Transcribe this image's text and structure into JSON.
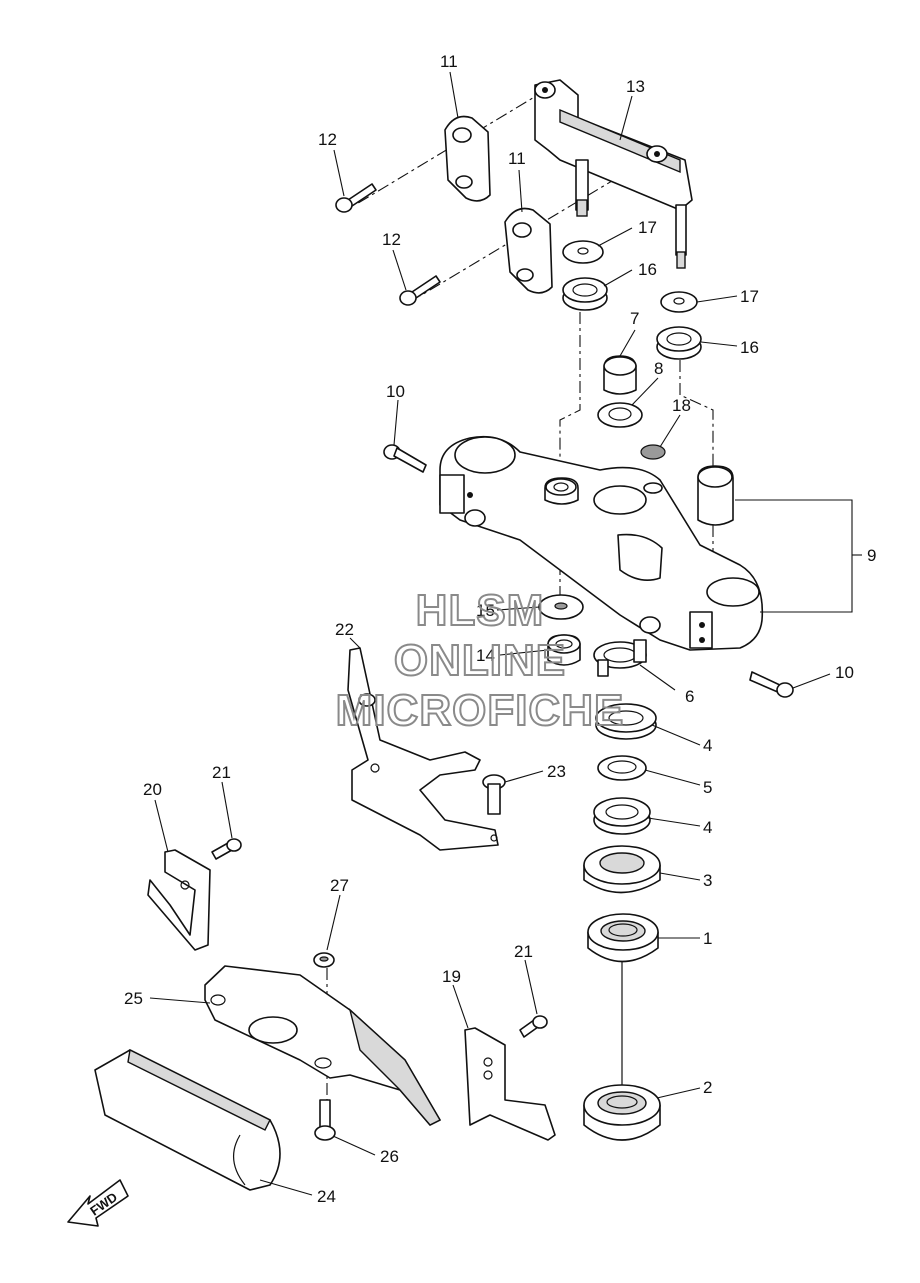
{
  "callouts": {
    "c1": "1",
    "c2": "2",
    "c3": "3",
    "c4a": "4",
    "c4b": "4",
    "c5": "5",
    "c6": "6",
    "c7": "7",
    "c8": "8",
    "c9": "9",
    "c10a": "10",
    "c10b": "10",
    "c11a": "11",
    "c11b": "11",
    "c12a": "12",
    "c12b": "12",
    "c13": "13",
    "c14": "14",
    "c15": "15",
    "c16a": "16",
    "c16b": "16",
    "c17a": "17",
    "c17b": "17",
    "c18": "18",
    "c19": "19",
    "c20": "20",
    "c21a": "21",
    "c21b": "21",
    "c22": "22",
    "c23": "23",
    "c24": "24",
    "c25": "25",
    "c26": "26",
    "c27": "27"
  },
  "watermark": {
    "line1": "HLSM",
    "line2": "ONLINE",
    "line3": "MICROFICHE"
  },
  "fwd_label": "FWD"
}
